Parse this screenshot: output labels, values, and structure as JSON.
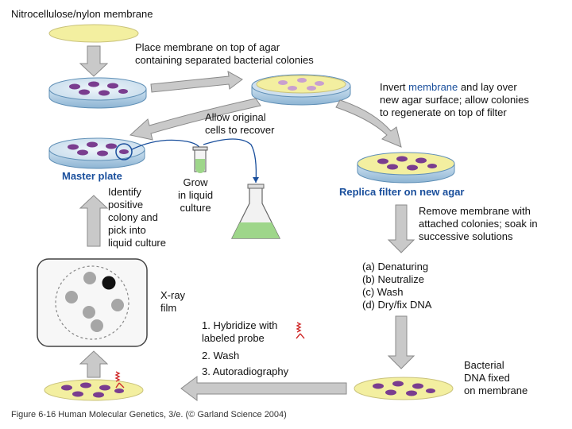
{
  "labels": {
    "membrane_title": "Nitrocellulose/nylon membrane",
    "place_membrane": "Place membrane on top of agar\ncontaining separated bacterial colonies",
    "invert_pre": "Invert ",
    "invert_word": "membrane",
    "invert_post": " and lay over\nnew agar surface; allow colonies\nto regenerate on top of filter",
    "allow_original": "Allow original\ncells to recover",
    "master_plate": "Master plate",
    "grow_liquid": "Grow\nin liquid\nculture",
    "replica_filter": "Replica filter on new agar",
    "identify_positive": "Identify\npositive\ncolony and\npick into\nliquid culture",
    "remove_membrane": "Remove membrane with\nattached colonies; soak in\nsuccessive solutions",
    "steps_a": "(a) Denaturing",
    "steps_b": "(b) Neutralize",
    "steps_c": "(c) Wash",
    "steps_d": "(d) Dry/fix DNA",
    "xray_film": "X-ray\nfilm",
    "hyb_1": "1. Hybridize with\n    labeled probe",
    "hyb_2": "2. Wash",
    "hyb_3": "3. Autoradiography",
    "bacterial_dna": "Bacterial\nDNA fixed\non membrane",
    "caption": "Figure 6-16  Human Molecular Genetics, 3/e.  (© Garland Science 2004)"
  },
  "colors": {
    "membrane": "#f3efa0",
    "agar_rim": "#7ea8c8",
    "colony": "#7a3d8f",
    "arrow_fill": "#c9c9c9",
    "arrow_stroke": "#8a8a8a",
    "blue_label": "#1a4f9c",
    "culture_liquid": "#9ed68a",
    "probe": "#d02a2a",
    "film_spot_grey": "#a6a6a6",
    "film_spot_black": "#111111"
  },
  "icons": [
    "membrane-disc",
    "petri-dish",
    "down-arrow",
    "curved-arrow",
    "test-tube",
    "erlenmeyer-flask",
    "xray-film",
    "labeled-probe-icon"
  ]
}
